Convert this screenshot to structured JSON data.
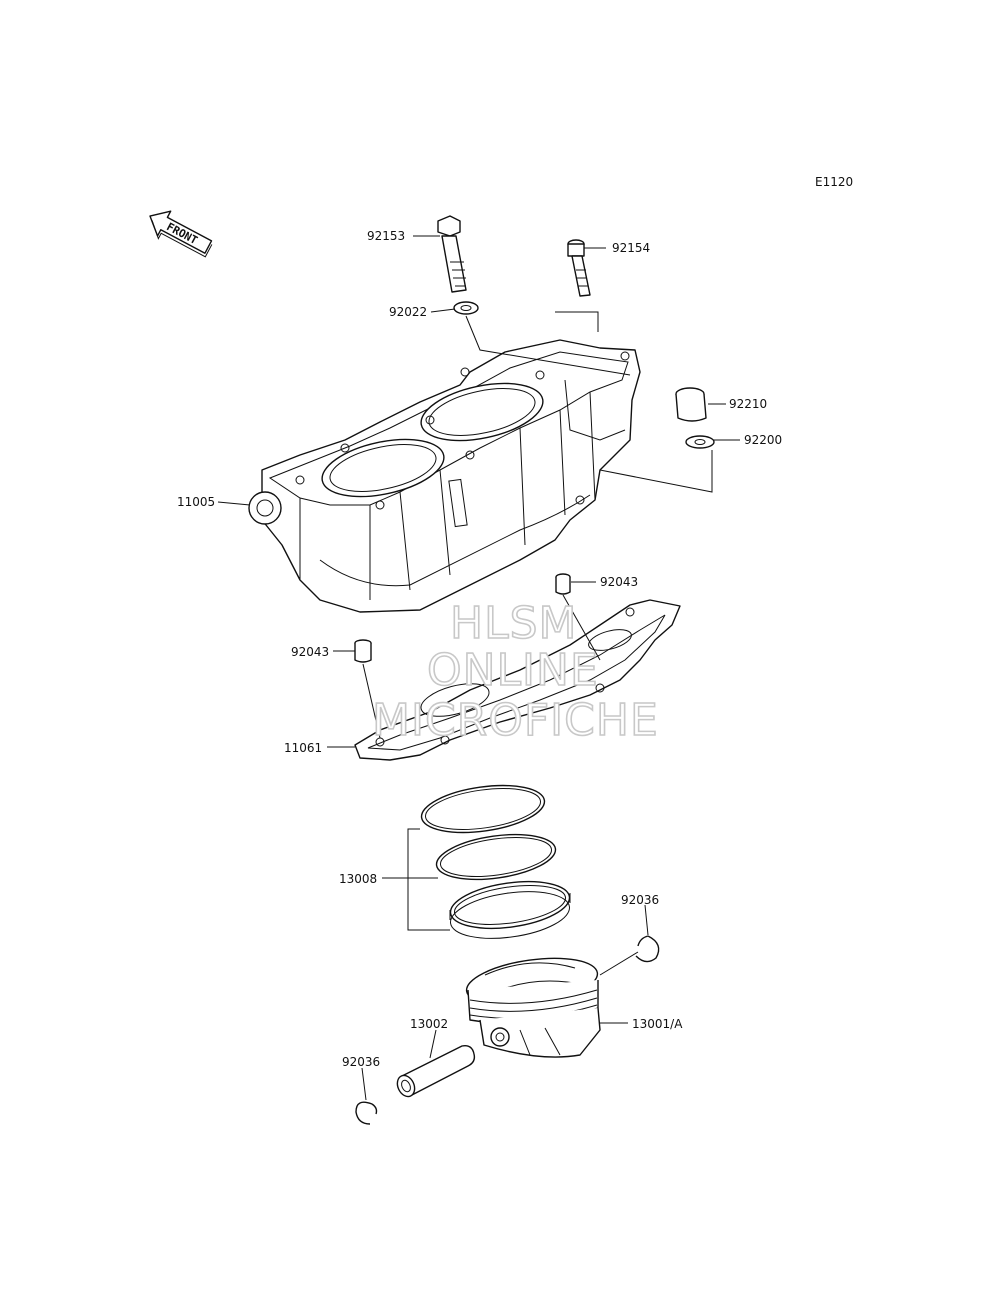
{
  "diagram_code": "E1120",
  "front_label": "FRONT",
  "watermark": [
    "HLSM",
    "ONLINE",
    "MICROFICHE"
  ],
  "parts": {
    "bolt_92153": "92153",
    "bolt_92154": "92154",
    "washer_92022": "92022",
    "collar_92210": "92210",
    "washer_92200": "92200",
    "cylinder_11005": "11005",
    "dowel_92043_right": "92043",
    "dowel_92043_left": "92043",
    "gasket_11061": "11061",
    "rings_13008": "13008",
    "circlip_92036_right": "92036",
    "piston_13001": "13001/A",
    "pin_13002": "13002",
    "circlip_92036_left": "92036"
  }
}
